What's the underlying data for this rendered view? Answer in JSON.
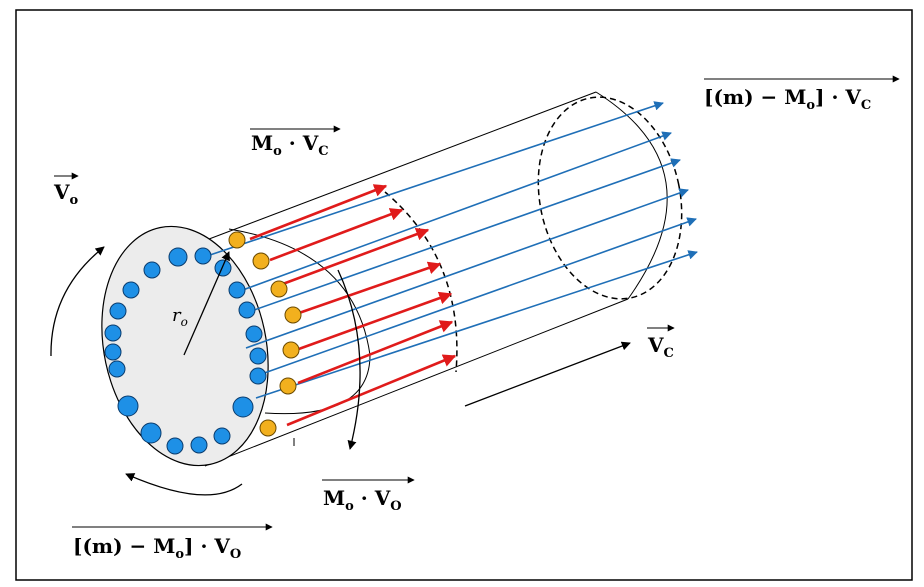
{
  "colors": {
    "blue_particle": "#1e90e6",
    "orange_particle": "#f2b01e",
    "blue_arrow": "#1f6fb7",
    "red_arrow": "#e01b1b",
    "cylinder_face": "#ececec",
    "outline": "#000000"
  },
  "labels": {
    "v0": {
      "main": "V",
      "sub": "o"
    },
    "r0": {
      "main": "r",
      "sub": "o"
    },
    "mo_vc": {
      "main": "M",
      "sub1": "o",
      "mid": " · V",
      "sub2": "C"
    },
    "m_mo_vc": {
      "main": "[(m) − M",
      "sub1": "o",
      "mid": "] · V",
      "sub2": "C"
    },
    "vc": {
      "main": "V",
      "sub": "C"
    },
    "mo_vo": {
      "main": "M",
      "sub1": "o",
      "mid": " · V",
      "sub2": "O"
    },
    "m_mo_vo": {
      "main": "[(m) − M",
      "sub1": "o",
      "mid": "] · V",
      "sub2": "O"
    }
  }
}
